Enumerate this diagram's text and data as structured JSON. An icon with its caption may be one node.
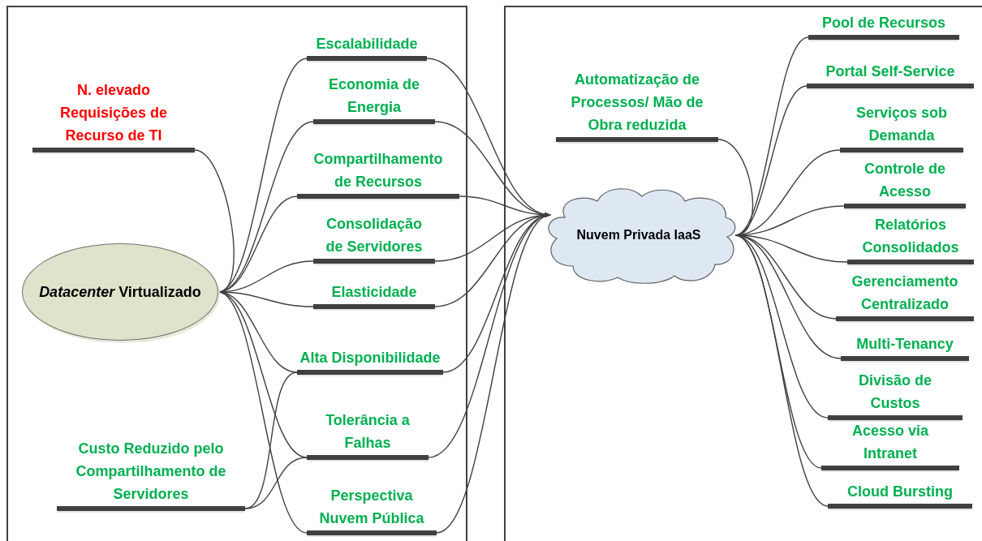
{
  "diagram": {
    "nodes": [
      {
        "text": [
          "N. elevado Requisições de Recurso de TI"
        ]
      },
      {
        "text": [
          "Escalabilidade"
        ]
      },
      {
        "text": [
          "Economia de Energia"
        ]
      },
      {
        "text": [
          "Compartilhamento de Recursos"
        ]
      },
      {
        "text": [
          "Consolidação de Servidores"
        ]
      },
      {
        "text": [
          "*Datacenter* Virtualizado"
        ]
      },
      {
        "text": [
          "Elasticidade"
        ]
      },
      {
        "text": [
          "Alta Disponibilidade"
        ]
      },
      {
        "text": [
          "Tolerância a Falhas"
        ]
      },
      {
        "text": [
          "Custo Reduzido pelo Compartilhamento de Servidores"
        ]
      },
      {
        "text": [
          "Perspectiva Nuvem Pública"
        ]
      },
      {
        "text": [
          "Automatização de Processos/ Mão de Obra reduzida"
        ]
      },
      {
        "text": [
          "Nuvem Privada IaaS"
        ]
      },
      {
        "text": [
          "Pool de Recursos"
        ]
      },
      {
        "text": [
          "Portal Self-Service"
        ]
      },
      {
        "text": [
          "Serviços sob Demanda"
        ]
      },
      {
        "text": [
          "Controle de Acesso"
        ]
      },
      {
        "text": [
          "Relatórios Consolidados"
        ]
      },
      {
        "text": [
          "Gerenciamento Centralizado"
        ]
      },
      {
        "text": [
          "Multi-Tenancy"
        ]
      },
      {
        "text": [
          "Divisão de Custos"
        ]
      },
      {
        "text": [
          "Acesso via Intranet"
        ]
      },
      {
        "text": [
          "Cloud Bursting"
        ]
      }
    ],
    "edges": [
      {
        "from": 5,
        "to": 0,
        "arrow": "none"
      },
      {
        "from": 5,
        "to": 1,
        "arrow": "none"
      },
      {
        "from": 5,
        "to": 2,
        "arrow": "none"
      },
      {
        "from": 5,
        "to": 3,
        "arrow": "none"
      },
      {
        "from": 5,
        "to": 4,
        "arrow": "none"
      },
      {
        "from": 5,
        "to": 6,
        "arrow": "none"
      },
      {
        "from": 5,
        "to": 7,
        "arrow": "none"
      },
      {
        "from": 5,
        "to": 8,
        "arrow": "none"
      },
      {
        "from": 5,
        "to": 10,
        "arrow": "none"
      },
      {
        "from": 9,
        "to": 7,
        "arrow": "none"
      },
      {
        "from": 9,
        "to": 8,
        "arrow": "none"
      },
      {
        "from": 1,
        "to": 12,
        "arrow": "to"
      },
      {
        "from": 2,
        "to": 12,
        "arrow": "to"
      },
      {
        "from": 3,
        "to": 12,
        "arrow": "to"
      },
      {
        "from": 4,
        "to": 12,
        "arrow": "to"
      },
      {
        "from": 6,
        "to": 12,
        "arrow": "to"
      },
      {
        "from": 7,
        "to": 12,
        "arrow": "to"
      },
      {
        "from": 8,
        "to": 12,
        "arrow": "to"
      },
      {
        "from": 10,
        "to": 12,
        "arrow": "to"
      },
      {
        "from": 12,
        "to": 11,
        "arrow": "none"
      },
      {
        "from": 12,
        "to": 13,
        "arrow": "none"
      },
      {
        "from": 12,
        "to": 14,
        "arrow": "none"
      },
      {
        "from": 12,
        "to": 15,
        "arrow": "none"
      },
      {
        "from": 12,
        "to": 16,
        "arrow": "none"
      },
      {
        "from": 12,
        "to": 17,
        "arrow": "none"
      },
      {
        "from": 12,
        "to": 18,
        "arrow": "none"
      },
      {
        "from": 12,
        "to": 19,
        "arrow": "none"
      },
      {
        "from": 12,
        "to": 20,
        "arrow": "none"
      },
      {
        "from": 12,
        "to": 21,
        "arrow": "none"
      },
      {
        "from": 12,
        "to": 22,
        "arrow": "none"
      }
    ]
  }
}
